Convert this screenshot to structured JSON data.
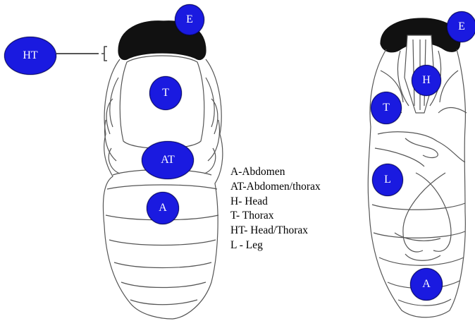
{
  "labels": {
    "left_e": "E",
    "left_ht": "HT",
    "left_t": "T",
    "left_at": "AT",
    "left_a": "A",
    "right_e": "E",
    "right_h": "H",
    "right_t": "T",
    "right_l": "L",
    "right_a": "A"
  },
  "legend": [
    "A-Abdomen",
    "AT-Abdomen/thorax",
    "H- Head",
    "T- Thorax",
    "HT- Head/Thorax",
    "L - Leg"
  ],
  "colors": {
    "marker_fill": "#1a1ae0",
    "marker_text": "#ffffff",
    "head_cap": "#111111",
    "outline": "#555555"
  }
}
